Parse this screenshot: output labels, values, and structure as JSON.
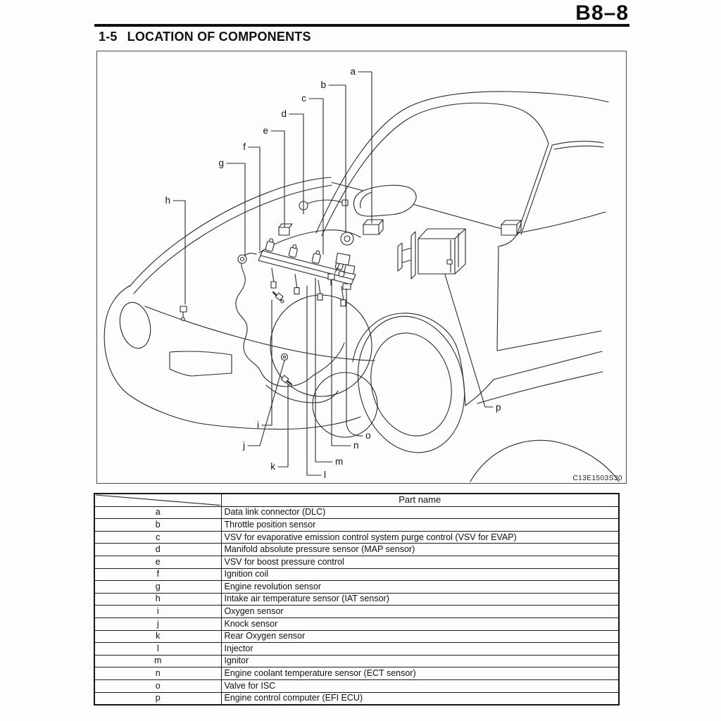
{
  "page": {
    "page_code": "B8–8",
    "section_number": "1-5",
    "section_title": "LOCATION OF COMPONENTS"
  },
  "diagram": {
    "figure_code": "C13E1503S30"
  },
  "table": {
    "part_name_header": "Part name",
    "rows": [
      {
        "key": "a",
        "name": "Data link connector (DLC)"
      },
      {
        "key": "b",
        "name": "Throttle position sensor"
      },
      {
        "key": "c",
        "name": "VSV for evaporative emission control system purge control (VSV for EVAP)"
      },
      {
        "key": "d",
        "name": "Manifold absolute pressure sensor (MAP sensor)"
      },
      {
        "key": "e",
        "name": "VSV for boost pressure control"
      },
      {
        "key": "f",
        "name": "Ignition coil"
      },
      {
        "key": "g",
        "name": "Engine revolution sensor"
      },
      {
        "key": "h",
        "name": "Intake air temperature sensor (IAT sensor)"
      },
      {
        "key": "i",
        "name": "Oxygen sensor"
      },
      {
        "key": "j",
        "name": "Knock sensor"
      },
      {
        "key": "k",
        "name": "Rear Oxygen sensor"
      },
      {
        "key": "l",
        "name": "Injector"
      },
      {
        "key": "m",
        "name": "Ignitor"
      },
      {
        "key": "n",
        "name": "Engine coolant temperature sensor (ECT sensor)"
      },
      {
        "key": "o",
        "name": "Valve for ISC"
      },
      {
        "key": "p",
        "name": "Engine control computer (EFI ECU)"
      }
    ]
  }
}
